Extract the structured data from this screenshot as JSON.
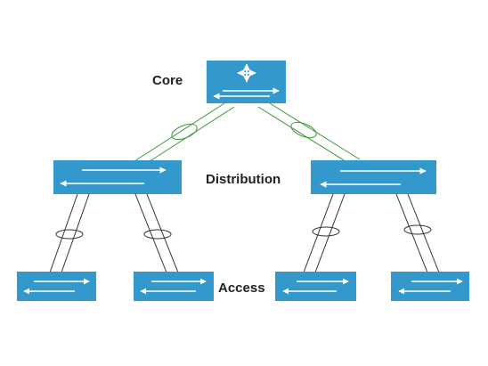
{
  "labels": {
    "core": "Core",
    "distribution": "Distribution",
    "access": "Access"
  },
  "colors": {
    "device_fill": "#3399cc",
    "device_arrow": "#ffffff",
    "core_link": "#3a9a3a",
    "access_link": "#333333",
    "label": "#222222"
  },
  "icons": {
    "core": "router-cross-arrows-icon",
    "switch": "switch-bidirectional-arrows-icon"
  }
}
